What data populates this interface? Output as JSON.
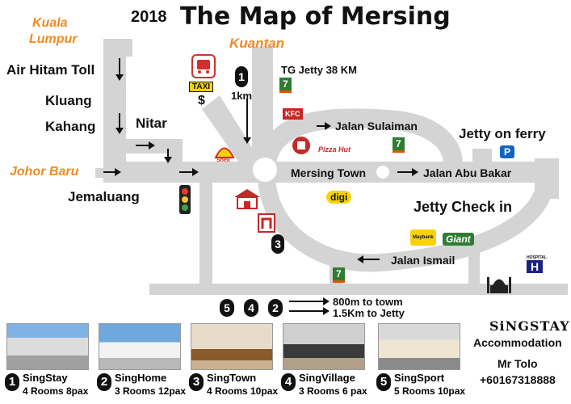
{
  "map": {
    "year": "2018",
    "title": "The Map of Mersing",
    "places": {
      "kuala_lumpur_1": "Kuala",
      "kuala_lumpur_2": "Lumpur",
      "kuantan": "Kuantan",
      "johor_baru": "Johor Baru",
      "air_hitam": "Air Hitam Toll",
      "kluang": "Kluang",
      "kahang": "Kahang",
      "nitar": "Nitar",
      "jemaluang": "Jemaluang",
      "tg_jetty": "TG Jetty 38 KM",
      "one_km": "1km",
      "jalan_sulaiman": "Jalan Sulaiman",
      "jetty_ferry": "Jetty on ferry",
      "mersing_town": "Mersing Town",
      "jalan_abu_bakar": "Jalan Abu Bakar",
      "jetty_check_in": "Jetty Check in",
      "jalan_ismail": "Jalan Ismail"
    },
    "landmarks": {
      "taxi": "TAXI",
      "dollar": "$",
      "shell": "Shell",
      "kfc": "KFC",
      "pizza": "Pizza Hut",
      "digi": "digi",
      "parking": "P",
      "hospital_sign": "HOSPITAL",
      "hospital": "H",
      "seven_eleven": "7",
      "giant": "Giant",
      "maybank": "Maybank"
    },
    "markers": {
      "one": "1",
      "two": "2",
      "three": "3",
      "four": "4",
      "five": "5"
    },
    "distances": {
      "to_town": "800m to towm",
      "to_jetty": "1.5Km to Jetty"
    }
  },
  "brand": {
    "logo": "SiNGSTAY",
    "accommodation": "Accommodation",
    "contact_name": "Mr Tolo",
    "phone": "+60167318888"
  },
  "properties": [
    {
      "num": "1",
      "name": "SingStay",
      "rooms": "4 Rooms 8pax"
    },
    {
      "num": "2",
      "name": "SingHome",
      "rooms": "3 Rooms 12pax"
    },
    {
      "num": "3",
      "name": "SingTown",
      "rooms": "4 Rooms 10pax"
    },
    {
      "num": "4",
      "name": "SingVillage",
      "rooms": "3 Rooms 6 pax"
    },
    {
      "num": "5",
      "name": "SingSport",
      "rooms": "5 Rooms 10pax"
    }
  ]
}
